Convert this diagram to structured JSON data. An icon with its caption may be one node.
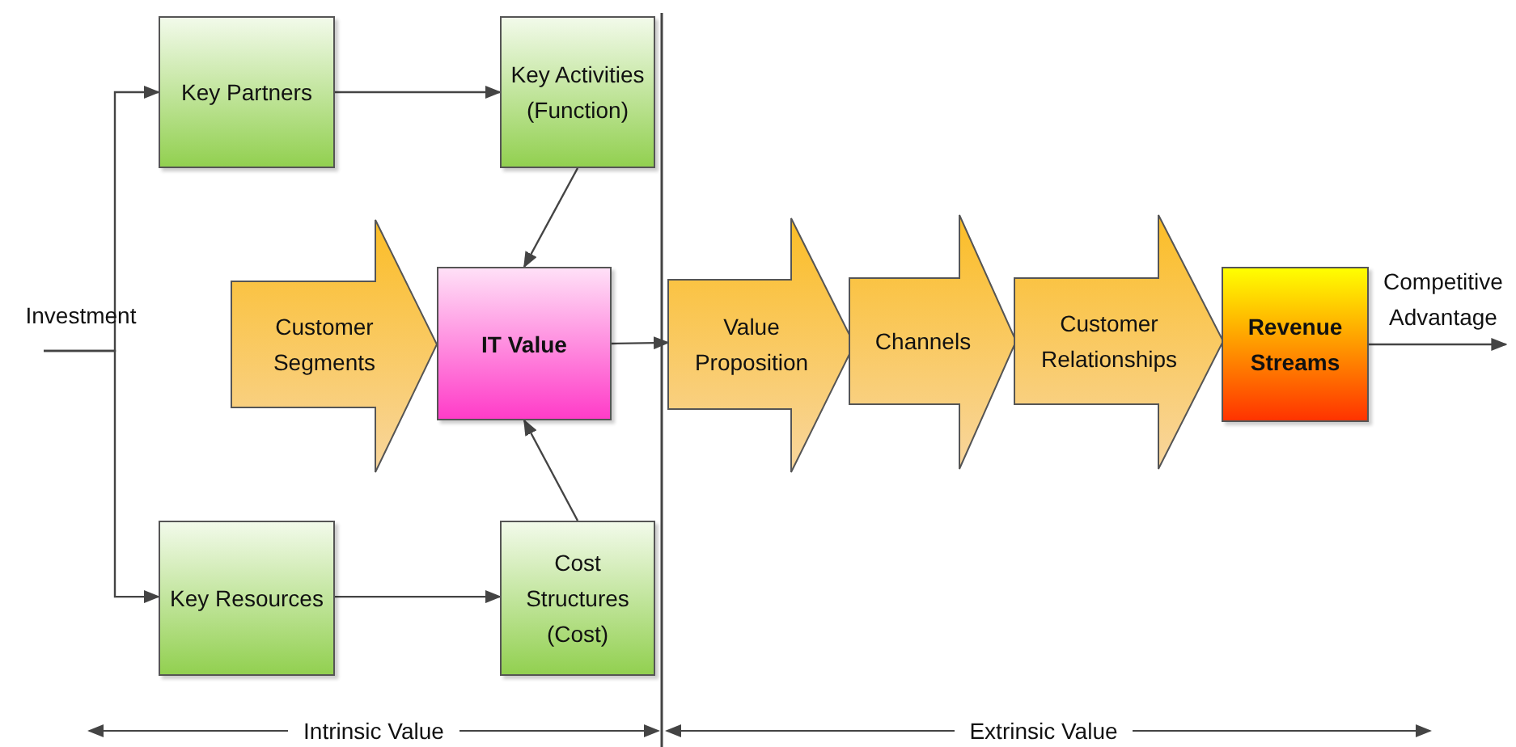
{
  "diagram": {
    "nodes": [
      {
        "text": [
          "Investment"
        ]
      },
      {
        "text": [
          "Key Partners"
        ]
      },
      {
        "text": [
          "Key Activities (Function)"
        ]
      },
      {
        "text": [
          "Customer Segments"
        ]
      },
      {
        "text": [
          "IT Value"
        ]
      },
      {
        "text": [
          "Key Resources"
        ]
      },
      {
        "text": [
          "Cost Structures (Cost)"
        ]
      },
      {
        "text": [
          "Value Proposition"
        ]
      },
      {
        "text": [
          "Channels"
        ]
      },
      {
        "text": [
          "Customer Relationships"
        ]
      },
      {
        "text": [
          "Revenue Streams"
        ]
      },
      {
        "text": [
          "Competitive Advantage"
        ]
      }
    ],
    "edges": [
      {
        "from": 0,
        "to": 1,
        "arrow": "to"
      },
      {
        "from": 0,
        "to": 5,
        "arrow": "to"
      },
      {
        "from": 1,
        "to": 2,
        "arrow": "to"
      },
      {
        "from": 2,
        "to": 4,
        "arrow": "to"
      },
      {
        "from": 5,
        "to": 6,
        "arrow": "to"
      },
      {
        "from": 6,
        "to": 4,
        "arrow": "to"
      },
      {
        "from": 4,
        "to": 7,
        "arrow": "to"
      },
      {
        "from": 10,
        "to": 11,
        "arrow": "to"
      }
    ],
    "labels": [
      "Intrinsic Value",
      "Extrinsic Value"
    ]
  }
}
